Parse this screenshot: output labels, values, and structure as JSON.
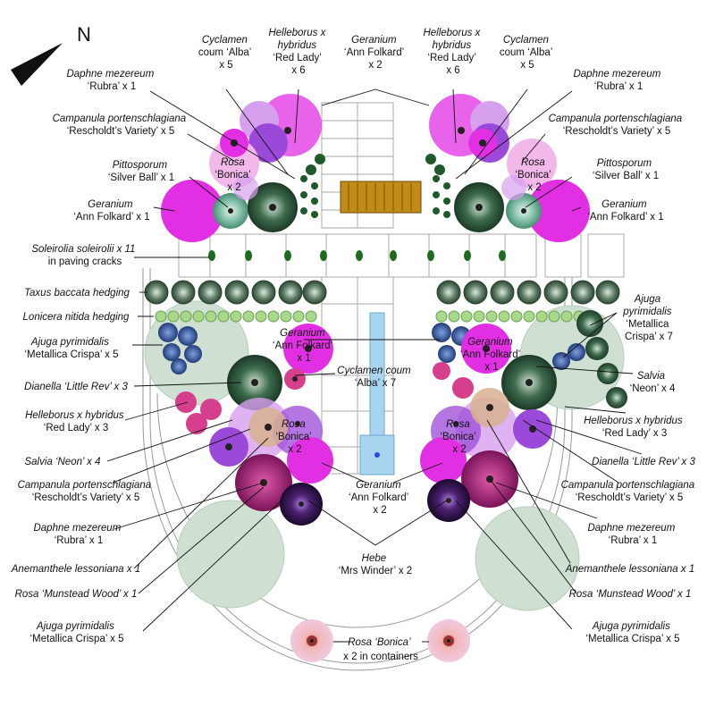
{
  "north": {
    "label": "N"
  },
  "colors": {
    "magenta": "#e22fe3",
    "pink_light": "#f2b8ea",
    "lilac": "#d7a0ee",
    "purple": "#9b49d8",
    "dark_plum": "#2a1242",
    "deep_magenta": "#a0207a",
    "raspberry": "#d63f8c",
    "dark_green": "#1f3d2a",
    "mid_green": "#3d6b4d",
    "teal": "#5fa58c",
    "navy_blue": "#2a4a8f",
    "pale_sage": "#cfe0d3",
    "lime_hedge": "#a8d98a",
    "water": "#a7d4ef",
    "bench": "#c28a16"
  },
  "labels": {
    "top_left_cyclamen": {
      "a": "Cyclamen",
      "b": "coum ‘Alba’",
      "c": "x 5"
    },
    "top_left_helleborus": {
      "a": "Helleborus x",
      "b": "hybridus",
      "c": "‘Red Lady’",
      "d": "x 6"
    },
    "top_geranium": {
      "a": "Geranium",
      "b": "‘Ann Folkard’",
      "c": "x 2"
    },
    "top_right_helleborus": {
      "a": "Helleborus x",
      "b": "hybridus",
      "c": "‘Red Lady’",
      "d": "x 6"
    },
    "top_right_cyclamen": {
      "a": "Cyclamen",
      "b": "coum ‘Alba’",
      "c": "x 5"
    },
    "left_daphne_top": {
      "a": "Daphne mezereum",
      "b": "‘Rubra’ x 1"
    },
    "right_daphne_top": {
      "a": "Daphne mezereum",
      "b": "‘Rubra’ x 1"
    },
    "left_campanula_top": {
      "a": "Campanula portenschlagiana",
      "b": "‘Rescholdt’s Variety’ x 5"
    },
    "right_campanula_top": {
      "a": "Campanula portenschlagiana",
      "b": "‘Rescholdt’s Variety’ x 5"
    },
    "left_pittosporum": {
      "a": "Pittosporum",
      "b": "‘Silver Ball’ x 1"
    },
    "right_pittosporum": {
      "a": "Pittosporum",
      "b": "‘Silver Ball’ x 1"
    },
    "left_rosa_top": {
      "a": "Rosa",
      "b": "‘Bonica’",
      "c": "x 2"
    },
    "right_rosa_top": {
      "a": "Rosa",
      "b": "‘Bonica’",
      "c": "x 2"
    },
    "left_geranium_top": {
      "a": "Geranium",
      "b": "‘Ann Folkard’ x 1"
    },
    "right_geranium_top": {
      "a": "Geranium",
      "b": "‘Ann Folkard’ x 1"
    },
    "soleirolia": {
      "a": "Soleirolia soleirolii x 11",
      "b": "in paving cracks"
    },
    "taxus": {
      "a": "Taxus baccata hedging"
    },
    "lonicera": {
      "a": "Lonicera nitida hedging"
    },
    "left_ajuga_mid": {
      "a": "Ajuga pyrimidalis",
      "b": "‘Metallica Crispa’ x 5"
    },
    "right_ajuga_mid": {
      "a": "Ajuga",
      "b": "pyrimidalis",
      "c": "‘Metallica",
      "d": "Crispa’ x 7"
    },
    "left_geranium_mid": {
      "a": "Geranium",
      "b": "‘Ann Folkard’",
      "c": "x 1"
    },
    "right_geranium_mid": {
      "a": "Geranium",
      "b": "‘Ann Folkard’",
      "c": "x 1"
    },
    "cyclamen_centre": {
      "a": "Cyclamen coum",
      "b": "‘Alba’ x 7"
    },
    "left_dianella": {
      "a": "Dianella ‘Little Rev’ x 3"
    },
    "right_dianella": {
      "a": "Dianella ‘Little Rev’ x 3"
    },
    "right_salvia": {
      "a": "Salvia",
      "b": "‘Neon’ x 4"
    },
    "left_salvia": {
      "a": "Salvia ‘Neon’ x 4"
    },
    "left_helleborus_mid": {
      "a": "Helleborus x hybridus",
      "b": "‘Red Lady’ x 3"
    },
    "right_helleborus_mid": {
      "a": "Helleborus x hybridus",
      "b": "‘Red Lady’ x 3"
    },
    "left_rosa_mid": {
      "a": "Rosa",
      "b": "‘Bonica’",
      "c": "x 2"
    },
    "right_rosa_mid": {
      "a": "Rosa",
      "b": "‘Bonica’",
      "c": "x 2"
    },
    "left_campanula_low": {
      "a": "Campanula portenschlagiana",
      "b": "‘Rescholdt’s Variety’ x 5"
    },
    "right_campanula_low": {
      "a": "Campanula portenschlagiana",
      "b": "‘Rescholdt’s Variety’ x 5"
    },
    "geranium_low": {
      "a": "Geranium",
      "b": "‘Ann Folkard’",
      "c": "x 2"
    },
    "left_daphne_low": {
      "a": "Daphne mezereum",
      "b": "‘Rubra’ x 1"
    },
    "right_daphne_low": {
      "a": "Daphne mezereum",
      "b": "‘Rubra’ x 1"
    },
    "hebe": {
      "a": "Hebe",
      "b": "‘Mrs Winder’ x 2"
    },
    "left_anemanthele": {
      "a": "Anemanthele lessoniana x 1"
    },
    "right_anemanthele": {
      "a": "Anemanthele lessoniana x 1"
    },
    "left_rosa_munstead": {
      "a": "Rosa ‘Munstead Wood’ x 1"
    },
    "right_rosa_munstead": {
      "a": "Rosa ‘Munstead Wood’ x 1"
    },
    "left_ajuga_low": {
      "a": "Ajuga pyrimidalis",
      "b": "‘Metallica Crispa’ x 5"
    },
    "right_ajuga_low": {
      "a": "Ajuga pyrimidalis",
      "b": "‘Metallica Crispa’ x 5"
    },
    "containers": {
      "a": "Rosa ‘Bonica’",
      "b": "x 2 in containers"
    }
  }
}
